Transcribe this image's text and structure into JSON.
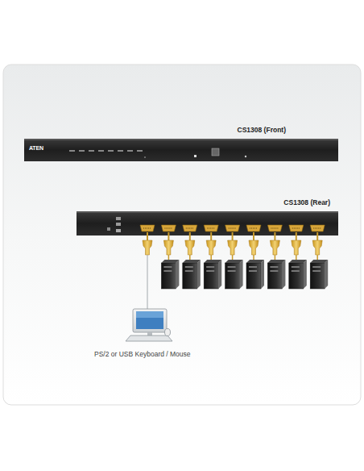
{
  "diagram": {
    "labels": [
      "CS1308 (Front)",
      "ATEN",
      "CS1308 (Rear)",
      "PS/2 or USB Keyboard / Mouse"
    ]
  }
}
